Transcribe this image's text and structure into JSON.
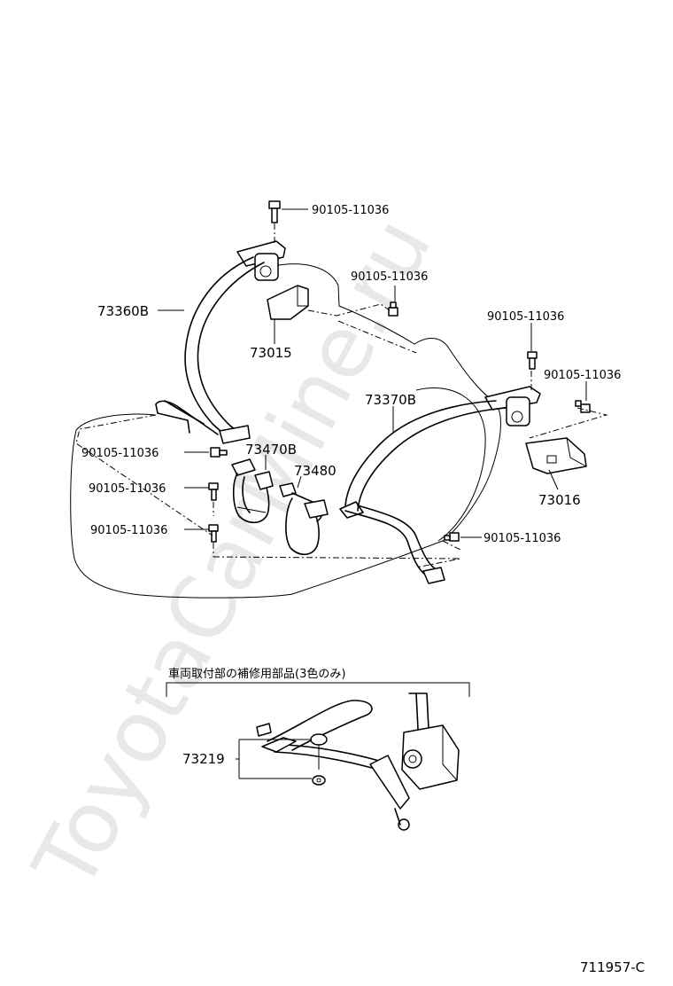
{
  "watermark": "ToyotaCarMine.ru",
  "labels": {
    "bolt_top": "90105-11036",
    "bolt_mid": "90105-11036",
    "bolt_right_upper": "90105-11036",
    "bolt_right_mid": "90105-11036",
    "bolt_left_1": "90105-11036",
    "bolt_left_2": "90105-11036",
    "bolt_left_3": "90105-11036",
    "bolt_right_lower": "90105-11036",
    "belt_left": "73360B",
    "cover_left": "73015",
    "belt_right": "73370B",
    "cover_right": "73016",
    "buckle_1": "73470B",
    "buckle_2": "73480",
    "inset_part": "73219"
  },
  "inset": {
    "caption": "車両取付部の補修用部品(3色のみ)"
  },
  "figure_id": "711957-C"
}
